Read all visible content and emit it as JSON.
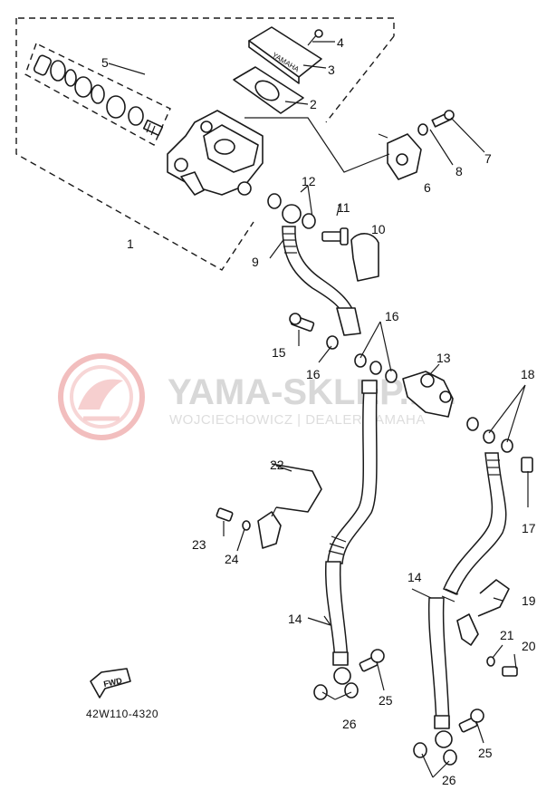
{
  "diagram": {
    "part_code": "42W110-4320",
    "fwd_label": "FWD",
    "watermark": {
      "brand": "YAMA-SKLEP.PL",
      "subtitle": "WOJCIECHOWICZ | DEALER YAMAHA",
      "color": "#e23a3a"
    },
    "callouts": [
      {
        "id": "1",
        "text": "1"
      },
      {
        "id": "2",
        "text": "2"
      },
      {
        "id": "3",
        "text": "3"
      },
      {
        "id": "4",
        "text": "4"
      },
      {
        "id": "5",
        "text": "5"
      },
      {
        "id": "6",
        "text": "6"
      },
      {
        "id": "7",
        "text": "7"
      },
      {
        "id": "8",
        "text": "8"
      },
      {
        "id": "9",
        "text": "9"
      },
      {
        "id": "10",
        "text": "10"
      },
      {
        "id": "11",
        "text": "11"
      },
      {
        "id": "12",
        "text": "12"
      },
      {
        "id": "13",
        "text": "13"
      },
      {
        "id": "14a",
        "text": "14"
      },
      {
        "id": "14b",
        "text": "14"
      },
      {
        "id": "14c",
        "text": "14"
      },
      {
        "id": "15",
        "text": "15"
      },
      {
        "id": "16a",
        "text": "16"
      },
      {
        "id": "16b",
        "text": "16"
      },
      {
        "id": "17",
        "text": "17"
      },
      {
        "id": "18",
        "text": "18"
      },
      {
        "id": "19",
        "text": "19"
      },
      {
        "id": "20",
        "text": "20"
      },
      {
        "id": "21",
        "text": "21"
      },
      {
        "id": "22",
        "text": "22"
      },
      {
        "id": "23",
        "text": "23"
      },
      {
        "id": "24",
        "text": "24"
      },
      {
        "id": "25a",
        "text": "25"
      },
      {
        "id": "25b",
        "text": "25"
      },
      {
        "id": "26a",
        "text": "26"
      },
      {
        "id": "26b",
        "text": "26"
      }
    ]
  }
}
